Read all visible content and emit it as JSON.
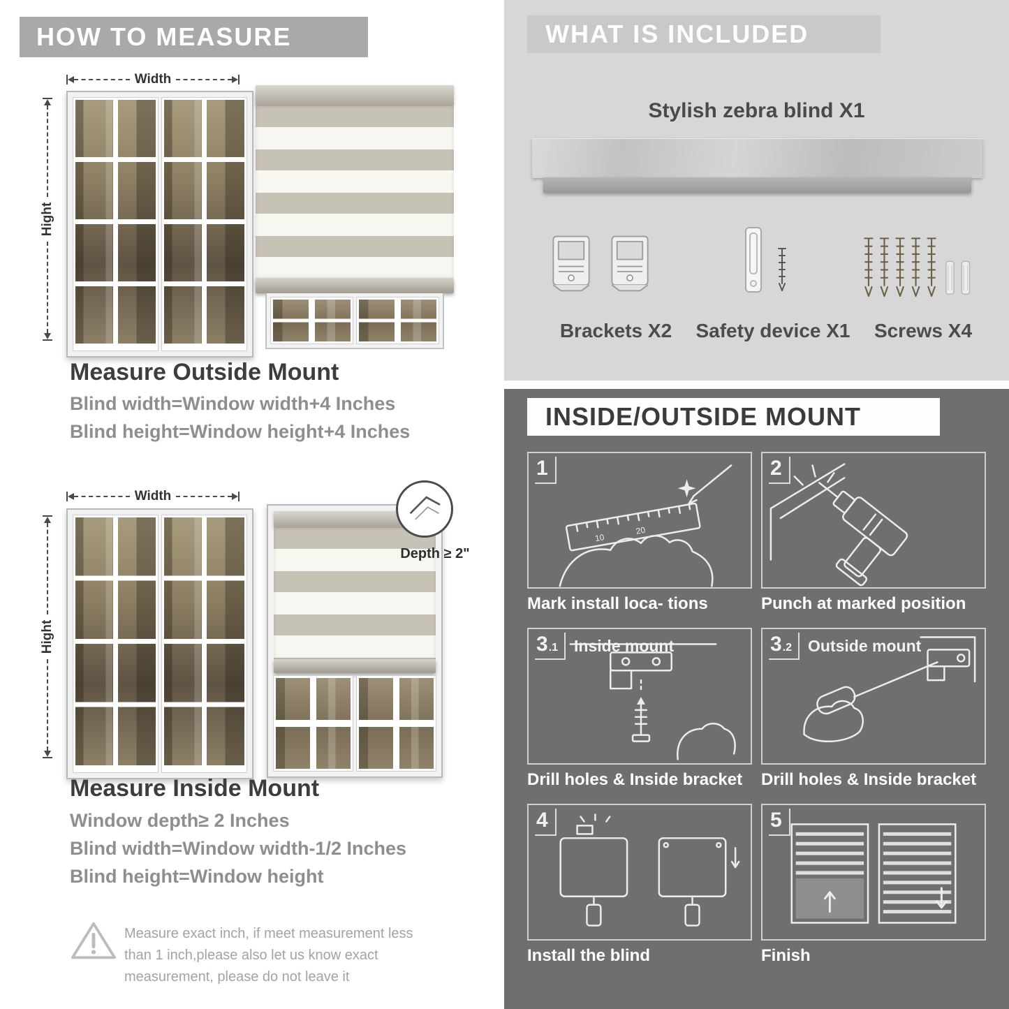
{
  "colors": {
    "left_banner": "#a9a9a9",
    "included_bg": "#d7d7d7",
    "included_banner": "#c9c9c9",
    "mount_bg": "#6f6f6f",
    "heading_text": "#3d3d3d",
    "formula_text": "#8e8e8e"
  },
  "left": {
    "header": "HOW TO MEASURE",
    "outside": {
      "width_label": "Width",
      "height_label": "Hight",
      "title": "Measure Outside Mount",
      "line1": "Blind width=Window width+4 Inches",
      "line2": "Blind height=Window height+4 Inches"
    },
    "inside": {
      "width_label": "Width",
      "height_label": "Hight",
      "depth_label": "Depth ≥ 2\"",
      "title": "Measure Inside Mount",
      "line1": "Window depth≥ 2 Inches",
      "line2": "Blind width=Window width-1/2 Inches",
      "line3": "Blind height=Window height"
    },
    "note": "Measure exact inch, if meet measurement less than 1 inch,please also let us know exact measurement, please do not leave it"
  },
  "right": {
    "included": {
      "header": "WHAT IS INCLUDED",
      "blind_label": "Stylish zebra blind X1",
      "items": [
        "Brackets X2",
        "Safety device X1",
        "Screws X4"
      ]
    },
    "mount": {
      "header": "INSIDE/OUTSIDE MOUNT",
      "steps": [
        {
          "num": "1",
          "sub": "",
          "title": "",
          "caption": "Mark install loca- tions"
        },
        {
          "num": "2",
          "sub": "",
          "title": "",
          "caption": "Punch at  marked position"
        },
        {
          "num": "3",
          "sub": ".1",
          "title": "Inside mount",
          "caption": "Drill holes &  Inside bracket"
        },
        {
          "num": "3",
          "sub": ".2",
          "title": "Outside mount",
          "caption": "Drill holes &  Inside bracket"
        },
        {
          "num": "4",
          "sub": "",
          "title": "",
          "caption": "Install the blind"
        },
        {
          "num": "5",
          "sub": "",
          "title": "",
          "caption": "Finish"
        }
      ]
    }
  }
}
